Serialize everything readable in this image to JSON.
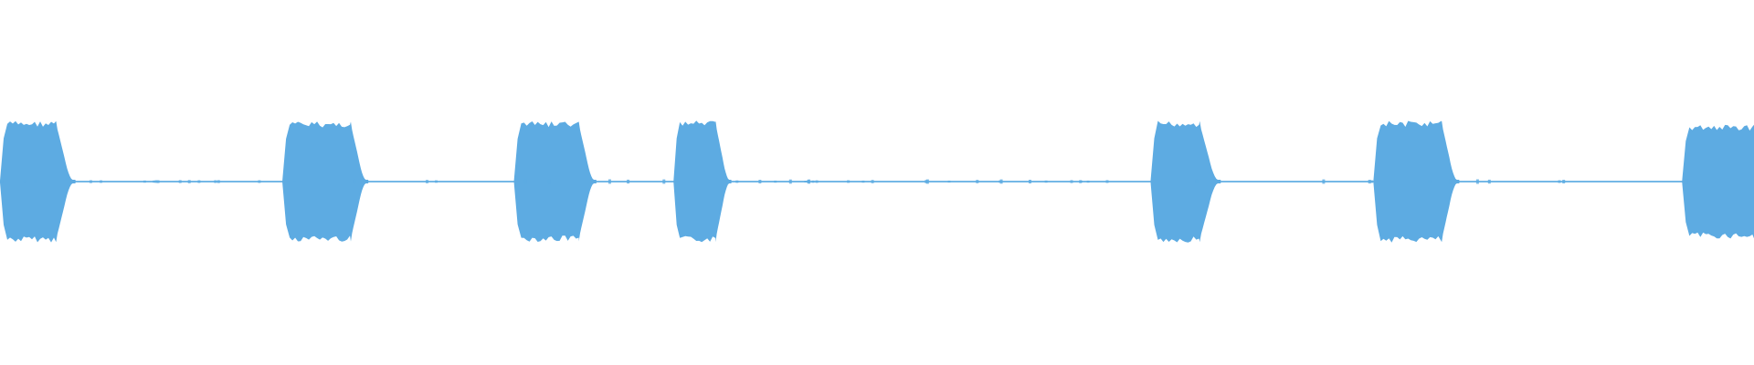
{
  "waveform": {
    "color": "#5dabe2",
    "background": "#ffffff",
    "total_duration": 1.0,
    "bursts": [
      {
        "start": 0.0,
        "end": 0.032,
        "level": 0.93,
        "tail_end": 0.043,
        "tail_level": 0.52
      },
      {
        "start": 0.161,
        "end": 0.2,
        "level": 0.92,
        "tail_end": 0.21,
        "tail_level": 0.52
      },
      {
        "start": 0.293,
        "end": 0.33,
        "level": 0.92,
        "tail_end": 0.34,
        "tail_level": 0.52
      },
      {
        "start": 0.384,
        "end": 0.408,
        "level": 0.93,
        "tail_end": 0.417,
        "tail_level": 0.52
      },
      {
        "start": 0.656,
        "end": 0.684,
        "level": 0.93,
        "tail_end": 0.696,
        "tail_level": 0.52
      },
      {
        "start": 0.783,
        "end": 0.822,
        "level": 0.93,
        "tail_end": 0.832,
        "tail_level": 0.52
      },
      {
        "start": 0.959,
        "end": 1.0,
        "level": 0.87,
        "tail_end": 1.0,
        "tail_level": 0.52
      }
    ],
    "silence_level": 0.012
  }
}
